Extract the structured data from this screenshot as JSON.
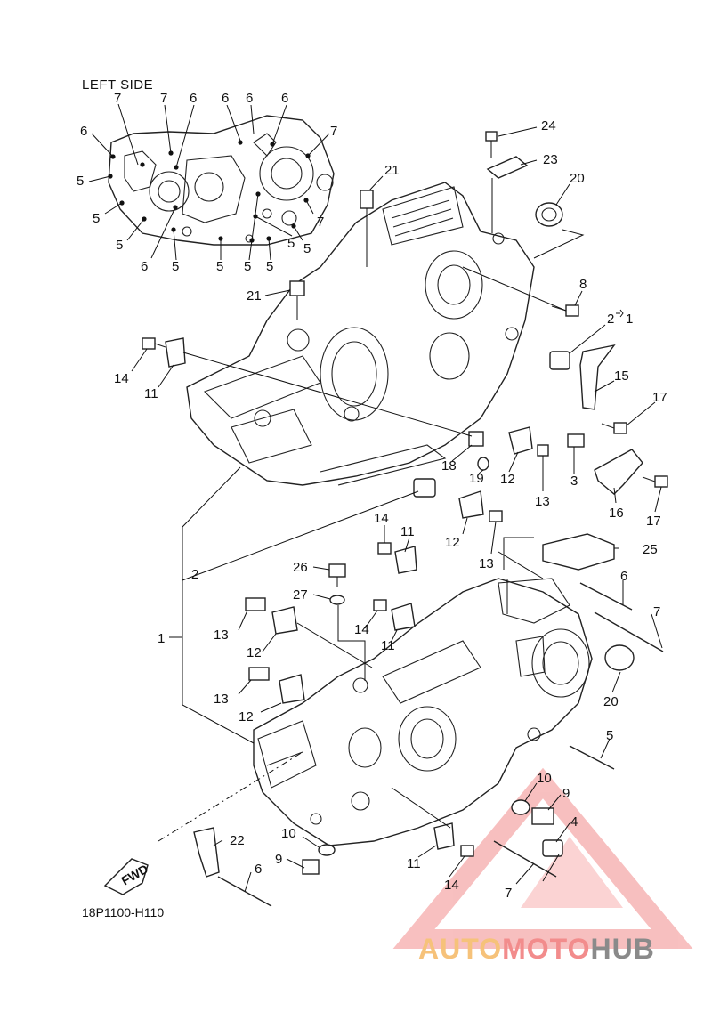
{
  "title": "LEFT SIDE",
  "figure_code": "18P1100-H110",
  "fwd_label": "FWD",
  "watermark": {
    "part1": "AUTO",
    "part2": "MOTO",
    "part3": "HUB",
    "colors": {
      "auto": "#f6c27a",
      "moto": "#f28c8c",
      "hub": "#8a8a8a",
      "triangle": "#f28c8c"
    }
  },
  "inset_labels": [
    "7",
    "7",
    "6",
    "6",
    "6",
    "6",
    "7",
    "6",
    "5",
    "5",
    "5",
    "6",
    "5",
    "5",
    "5",
    "5",
    "5",
    "7",
    "5"
  ],
  "part_labels": [
    "24",
    "23",
    "20",
    "21",
    "8",
    "2",
    "1",
    "21",
    "14",
    "11",
    "15",
    "17",
    "18",
    "19",
    "12",
    "13",
    "3",
    "16",
    "17",
    "14",
    "11",
    "12",
    "13",
    "25",
    "26",
    "27",
    "6",
    "2",
    "13",
    "12",
    "14",
    "11",
    "7",
    "1",
    "13",
    "12",
    "20",
    "5",
    "10",
    "9",
    "4",
    "22",
    "10",
    "9",
    "11",
    "14",
    "7",
    "6"
  ]
}
